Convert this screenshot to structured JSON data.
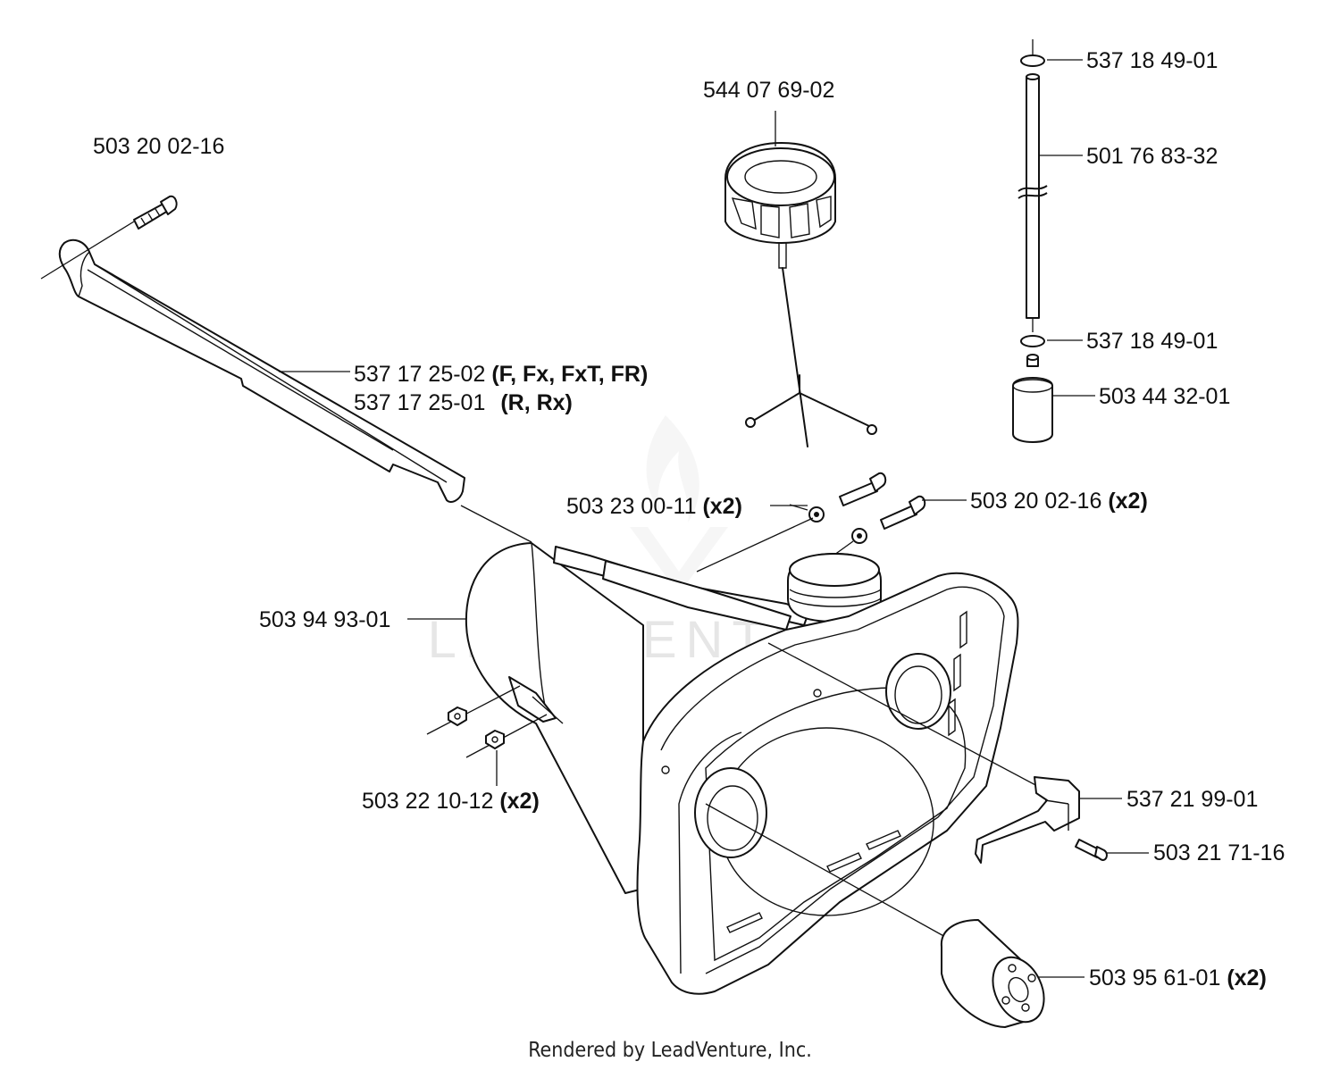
{
  "diagram": {
    "callouts": [
      {
        "id": "bolt-top-left",
        "part_number": "503 20 02-16",
        "qualifier": ""
      },
      {
        "id": "fuel-cap",
        "part_number": "544 07 69-02",
        "qualifier": ""
      },
      {
        "id": "o-ring-top",
        "part_number": "537 18 49-01",
        "qualifier": ""
      },
      {
        "id": "fuel-hose",
        "part_number": "501 76 83-32",
        "qualifier": ""
      },
      {
        "id": "handle-bar-1",
        "part_number": "537 17 25-02",
        "qualifier": "(F, Fx, FxT, FR)"
      },
      {
        "id": "handle-bar-2",
        "part_number": "537 17 25-01",
        "qualifier": "(R, Rx)"
      },
      {
        "id": "o-ring-bottom",
        "part_number": "537 18 49-01",
        "qualifier": ""
      },
      {
        "id": "fuel-filter",
        "part_number": "503 44 32-01",
        "qualifier": ""
      },
      {
        "id": "screw-washer",
        "part_number": "503 23 00-11",
        "qualifier": "(x2)"
      },
      {
        "id": "bolt-right",
        "part_number": "503 20 02-16",
        "qualifier": "(x2)"
      },
      {
        "id": "fuel-tank",
        "part_number": "503 94 93-01",
        "qualifier": ""
      },
      {
        "id": "nut",
        "part_number": "503 22 10-12",
        "qualifier": "(x2)"
      },
      {
        "id": "bracket",
        "part_number": "537 21 99-01",
        "qualifier": ""
      },
      {
        "id": "bracket-screw",
        "part_number": "503 21 71-16",
        "qualifier": ""
      },
      {
        "id": "damper",
        "part_number": "503 95 61-01",
        "qualifier": "(x2)"
      }
    ],
    "watermark": "LEADVENTURE",
    "footer": "Rendered by LeadVenture, Inc."
  }
}
